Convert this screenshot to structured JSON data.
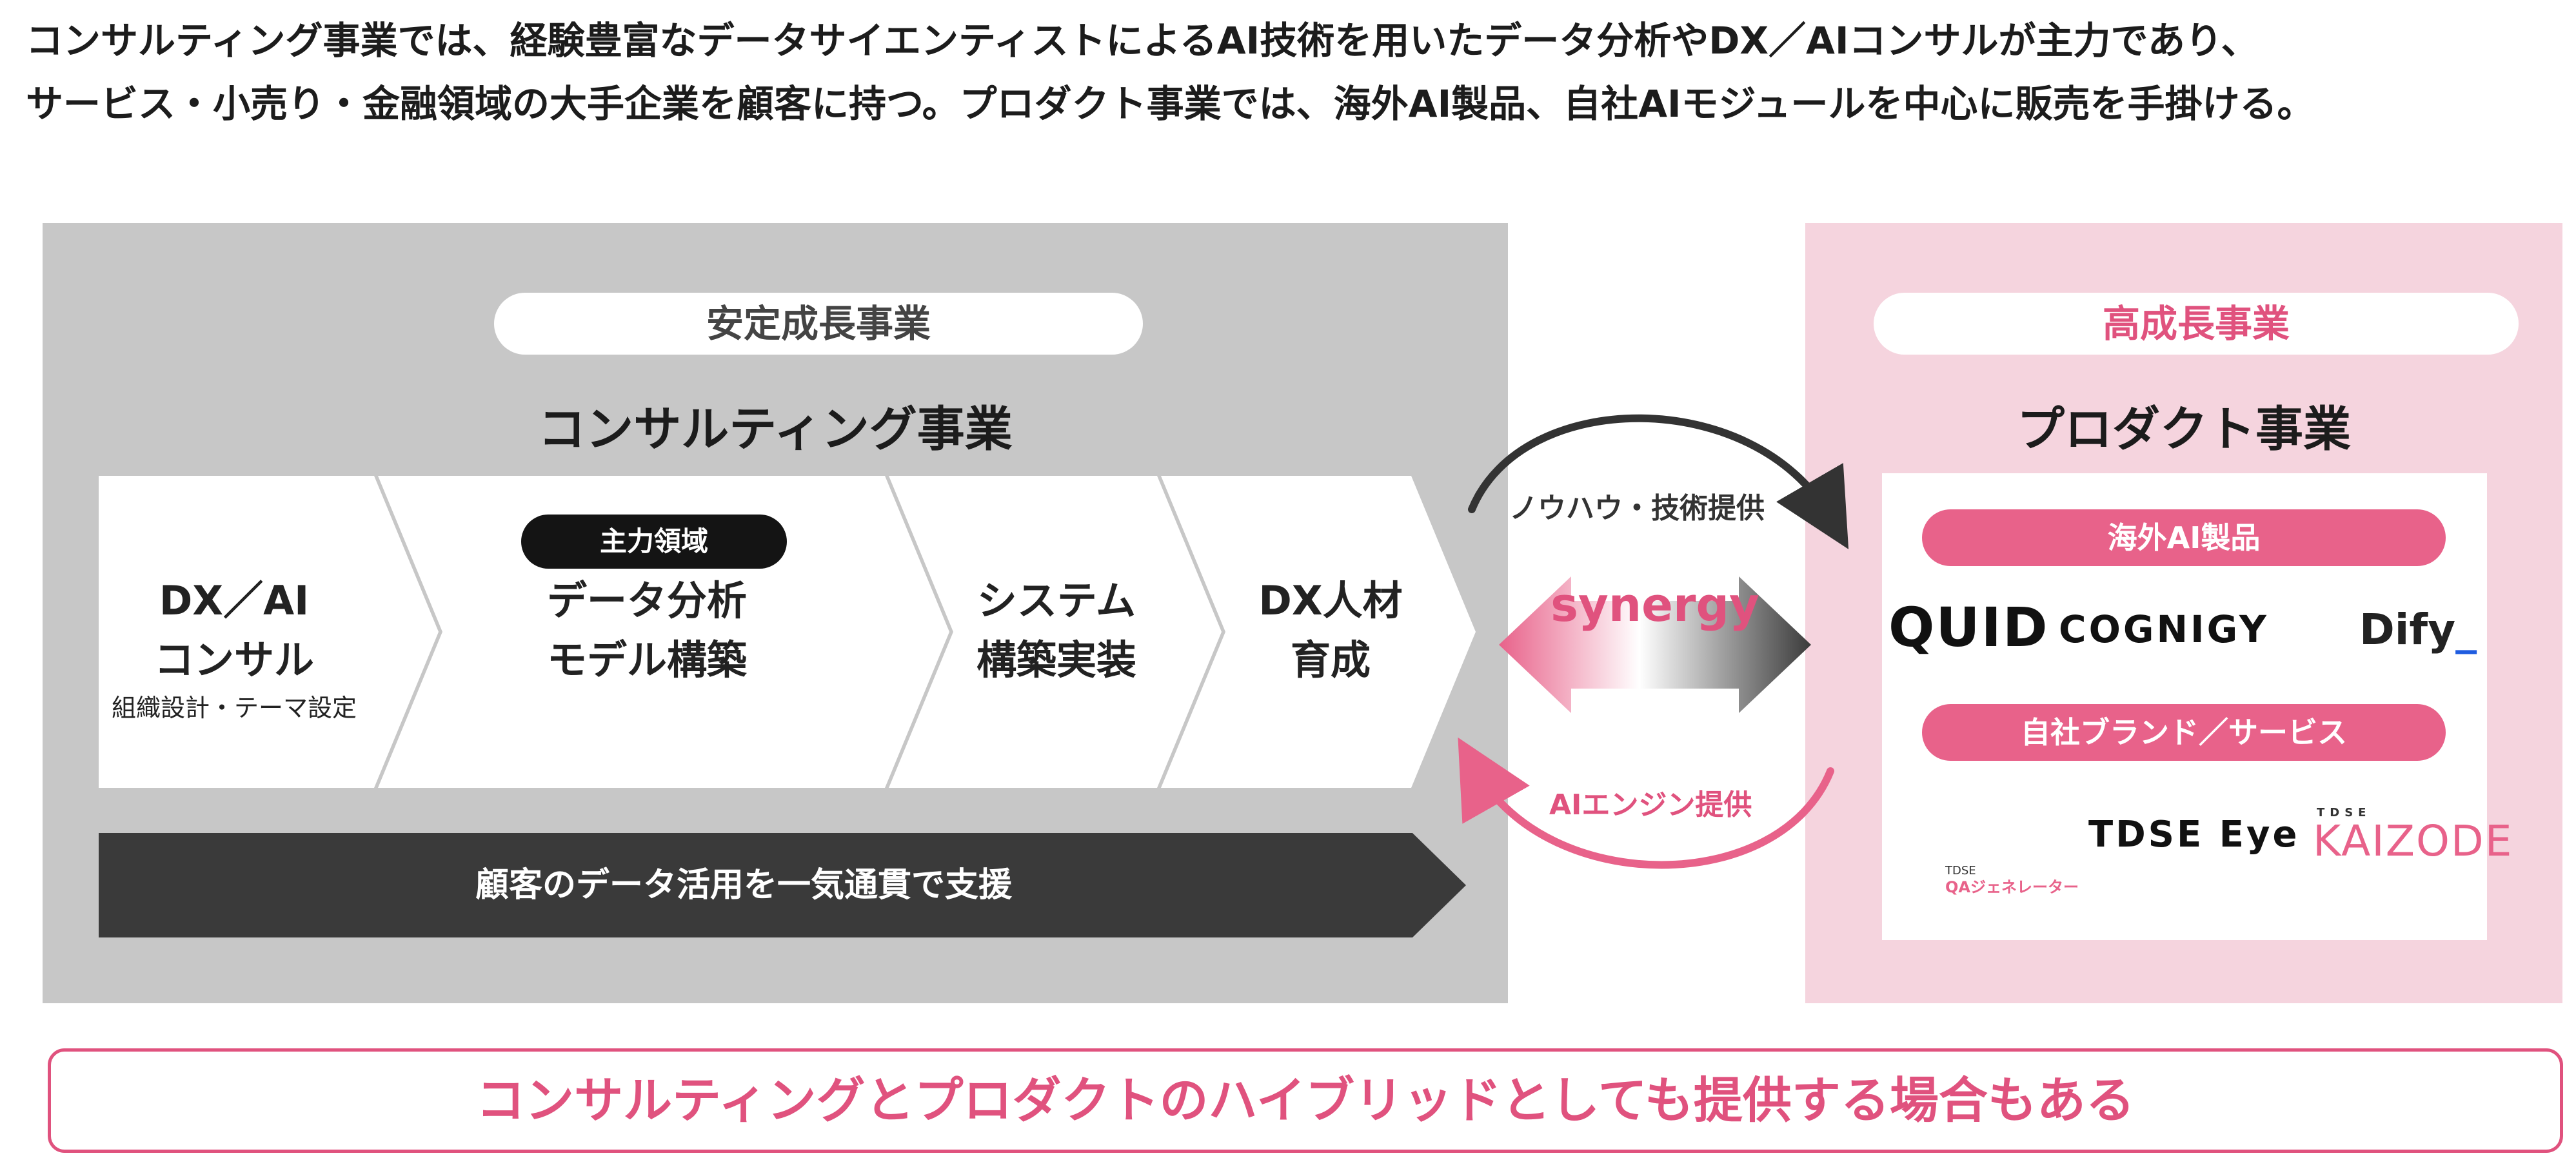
{
  "intro": {
    "line1": "コンサルティング事業では、経験豊富なデータサイエンティストによるAI技術を用いたデータ分析やDX／AIコンサルが主力であり、",
    "line2": "サービス・小売り・金融領域の大手企業を顧客に持つ。プロダクト事業では、海外AI製品、自社AIモジュールを中心に販売を手掛ける。"
  },
  "left_panel": {
    "pill": "安定成長事業",
    "title": "コンサルティング事業",
    "steps": [
      {
        "line1": "DX／AI",
        "line2": "コンサル",
        "sub": "組織設計・テーマ設定"
      },
      {
        "line1": "データ分析",
        "line2": "モデル構築",
        "badge": "主力領域"
      },
      {
        "line1": "システム",
        "line2": "構築実装"
      },
      {
        "line1": "DX人材",
        "line2": "育成"
      }
    ],
    "support": "顧客のデータ活用を一気通貫で支援"
  },
  "center": {
    "top_label": "ノウハウ・技術提供",
    "synergy": "synergy",
    "bottom_label": "AIエンジン提供"
  },
  "right_panel": {
    "pill": "高成長事業",
    "title": "プロダクト事業",
    "category1": "海外AI製品",
    "logos1": [
      "QUID",
      "COGNIGY",
      "Dify"
    ],
    "category2": "自社ブランド／サービス",
    "qa_small": "TDSE",
    "qa_label": "QAジェネレーター",
    "tdse_eye": "TDSE Eye",
    "kaizode_small": "TDSE",
    "kaizode": "KAIZODE"
  },
  "footer": "コンサルティングとプロダクトのハイブリッドとしても提供する場合もある",
  "colors": {
    "pink": "#e0527e",
    "pink_pill": "#e8628a",
    "gray_panel": "#c7c7c7",
    "pink_panel": "#f5d4de",
    "dark": "#333333"
  }
}
